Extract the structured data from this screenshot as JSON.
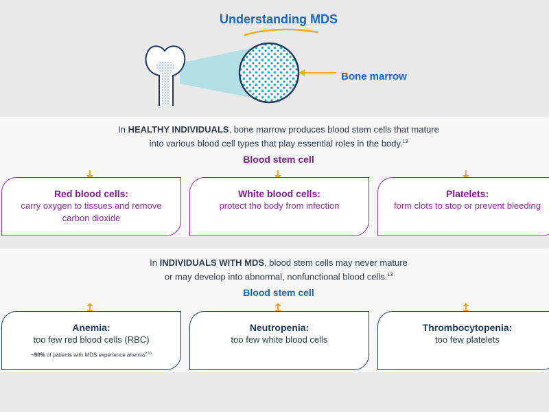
{
  "header": {
    "title": "Understanding MDS",
    "bone_marrow_label": "Bone marrow"
  },
  "healthy": {
    "intro_prefix": "In ",
    "intro_bold": "HEALTHY INDIVIDUALS",
    "intro_line1_rest": ", bone marrow produces blood stem cells that mature",
    "intro_line2": "into various blood cell types that play essential roles in the body.",
    "intro_ref": "13",
    "stem_label": "Blood stem cell",
    "cards": [
      {
        "title": "Red blood cells:",
        "desc_line1": "carry oxygen to tissues and remove",
        "desc_line2": "carbon dioxide"
      },
      {
        "title": "White blood cells:",
        "desc_line1": "protect the body from infection",
        "desc_line2": ""
      },
      {
        "title": "Platelets:",
        "desc_line1": "form clots to stop or prevent bleeding",
        "desc_line2": ""
      }
    ]
  },
  "mds": {
    "intro_prefix": "In ",
    "intro_bold": "INDIVIDUALS WITH MDS",
    "intro_line1_rest": ", blood stem cells may never mature",
    "intro_line2": "or may develop into abnormal, nonfunctional blood cells.",
    "intro_ref": "13",
    "stem_label": "Blood stem cell",
    "cards": [
      {
        "title": "Anemia:",
        "desc": "too few red blood cells (RBC)",
        "note_bold": "~90%",
        "note_rest": " of patients with MDS experience anemia",
        "note_ref": "9,10"
      },
      {
        "title": "Neutropenia:",
        "desc": "too few white blood cells"
      },
      {
        "title": "Thrombocytopenia:",
        "desc": "too few platelets"
      }
    ]
  },
  "colors": {
    "accent_blue": "#1566c0",
    "accent_purple": "#7b1f8c",
    "navy": "#1d3a5c",
    "orange": "#f2a81d"
  }
}
